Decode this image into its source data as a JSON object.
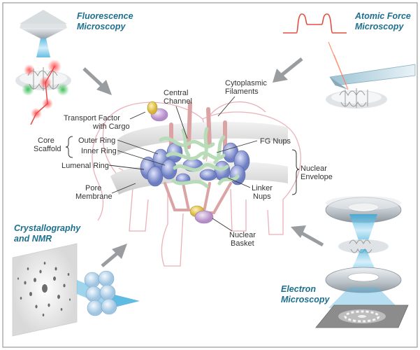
{
  "methods": {
    "fluorescence": [
      "Fluorescence",
      "Microscopy"
    ],
    "afm": [
      "Atomic Force",
      "Microscopy"
    ],
    "crystallography": [
      "Crystallography",
      "and NMR"
    ],
    "em": [
      "Electron",
      "Microscopy"
    ]
  },
  "labels": {
    "central_channel": [
      "Central",
      "Channel"
    ],
    "cytoplasmic_filaments": [
      "Cytoplasmic",
      "Filaments"
    ],
    "transport_factor": [
      "Transport Factor",
      "with Cargo"
    ],
    "core_scaffold": [
      "Core",
      "Scaffold"
    ],
    "outer_ring": "Outer Ring",
    "inner_ring": "Inner Ring",
    "fg_nups": "FG Nups",
    "lumenal_ring": "Lumenal Ring",
    "nuclear_envelope": [
      "Nuclear",
      "Envelope"
    ],
    "pore_membrane": [
      "Pore",
      "Membrane"
    ],
    "linker_nups": [
      "Linker",
      "Nups"
    ],
    "nuclear_basket": [
      "Nuclear",
      "Basket"
    ]
  },
  "colors": {
    "method_title": "#1d6f8e",
    "fg_strand": "#b7dcb7",
    "ring_blue": "#7f8fcf",
    "filament": "#dba3a3",
    "cargo": "#c7a6d6",
    "elephant": "#e8a3ad",
    "fluor_red": "#e84a4a",
    "fluor_green": "#44b45a",
    "beam_blue": "#2aa4d8"
  }
}
